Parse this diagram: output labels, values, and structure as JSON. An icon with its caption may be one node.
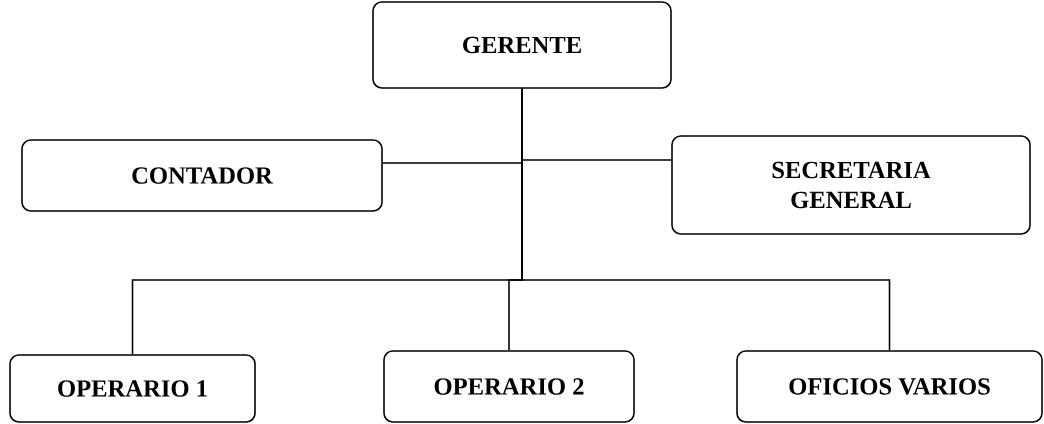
{
  "diagram": {
    "nodes": [
      {
        "text": [
          "GERENTE"
        ]
      },
      {
        "text": [
          "CONTADOR"
        ]
      },
      {
        "text": [
          "SECRETARIA GENERAL"
        ]
      },
      {
        "text": [
          "OPERARIO 1"
        ]
      },
      {
        "text": [
          "OPERARIO 2"
        ]
      },
      {
        "text": [
          "OFICIOS VARIOS"
        ]
      }
    ],
    "edges": [
      {
        "from": 0,
        "to": 1,
        "arrow": "none"
      },
      {
        "from": 0,
        "to": 2,
        "arrow": "none"
      },
      {
        "from": 0,
        "to": 3,
        "arrow": "none"
      },
      {
        "from": 0,
        "to": 4,
        "arrow": "none"
      },
      {
        "from": 0,
        "to": 5,
        "arrow": "none"
      }
    ]
  }
}
